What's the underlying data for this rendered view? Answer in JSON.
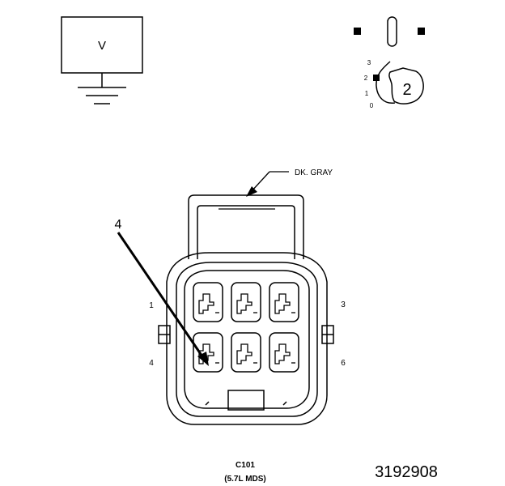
{
  "voltmeter": {
    "symbol": "V"
  },
  "selector": {
    "positions": [
      "3",
      "2",
      "1",
      "0"
    ],
    "selected": "2"
  },
  "connector": {
    "color_callout": "DK. GRAY",
    "pin_labels": {
      "top_left": "1",
      "top_right": "3",
      "bottom_left": "4",
      "bottom_right": "6"
    },
    "pointer_label": "4",
    "id": "C101",
    "variant": "(5.7L MDS)"
  },
  "figure_number": "3192908"
}
